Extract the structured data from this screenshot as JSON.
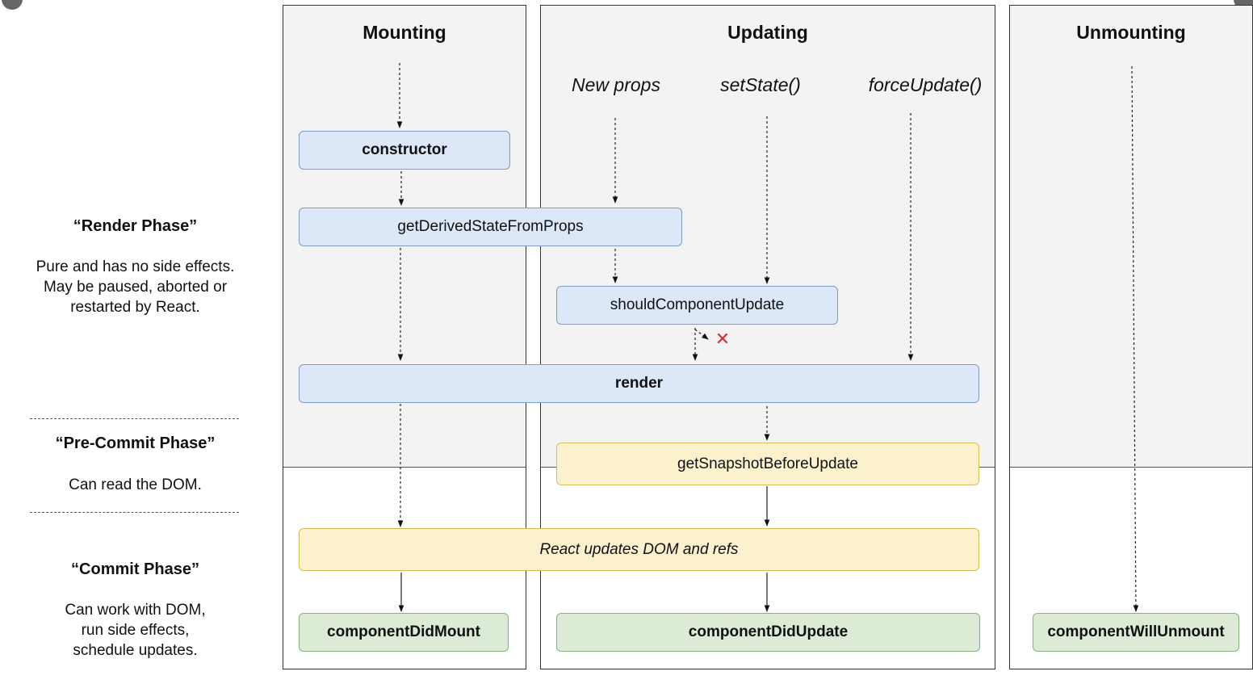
{
  "columns": {
    "mounting": "Mounting",
    "updating": "Updating",
    "unmounting": "Unmounting"
  },
  "triggers": {
    "new_props": "New props",
    "set_state": "setState()",
    "force_update": "forceUpdate()"
  },
  "methods": {
    "constructor": "constructor",
    "get_derived_state": "getDerivedStateFromProps",
    "should_component_update": "shouldComponentUpdate",
    "render": "render",
    "get_snapshot": "getSnapshotBeforeUpdate",
    "react_updates_dom": "React updates DOM and refs",
    "component_did_mount": "componentDidMount",
    "component_did_update": "componentDidUpdate",
    "component_will_unmount": "componentWillUnmount"
  },
  "phases": {
    "render": {
      "title": "“Render Phase”",
      "description": "Pure and has no side effects.\nMay be paused, aborted or\nrestarted by React."
    },
    "pre_commit": {
      "title": "“Pre-Commit Phase”",
      "description": "Can read the DOM."
    },
    "commit": {
      "title": "“Commit Phase”",
      "description": "Can work with DOM,\nrun side effects,\nschedule updates."
    }
  },
  "colors": {
    "render_box": "#dce7f8",
    "commit_yellow": "#fbf2cd",
    "commit_green": "#dbebd6",
    "cancel_x": "#d32f2f"
  },
  "icons": {
    "cancel": "cross-mark-icon"
  }
}
